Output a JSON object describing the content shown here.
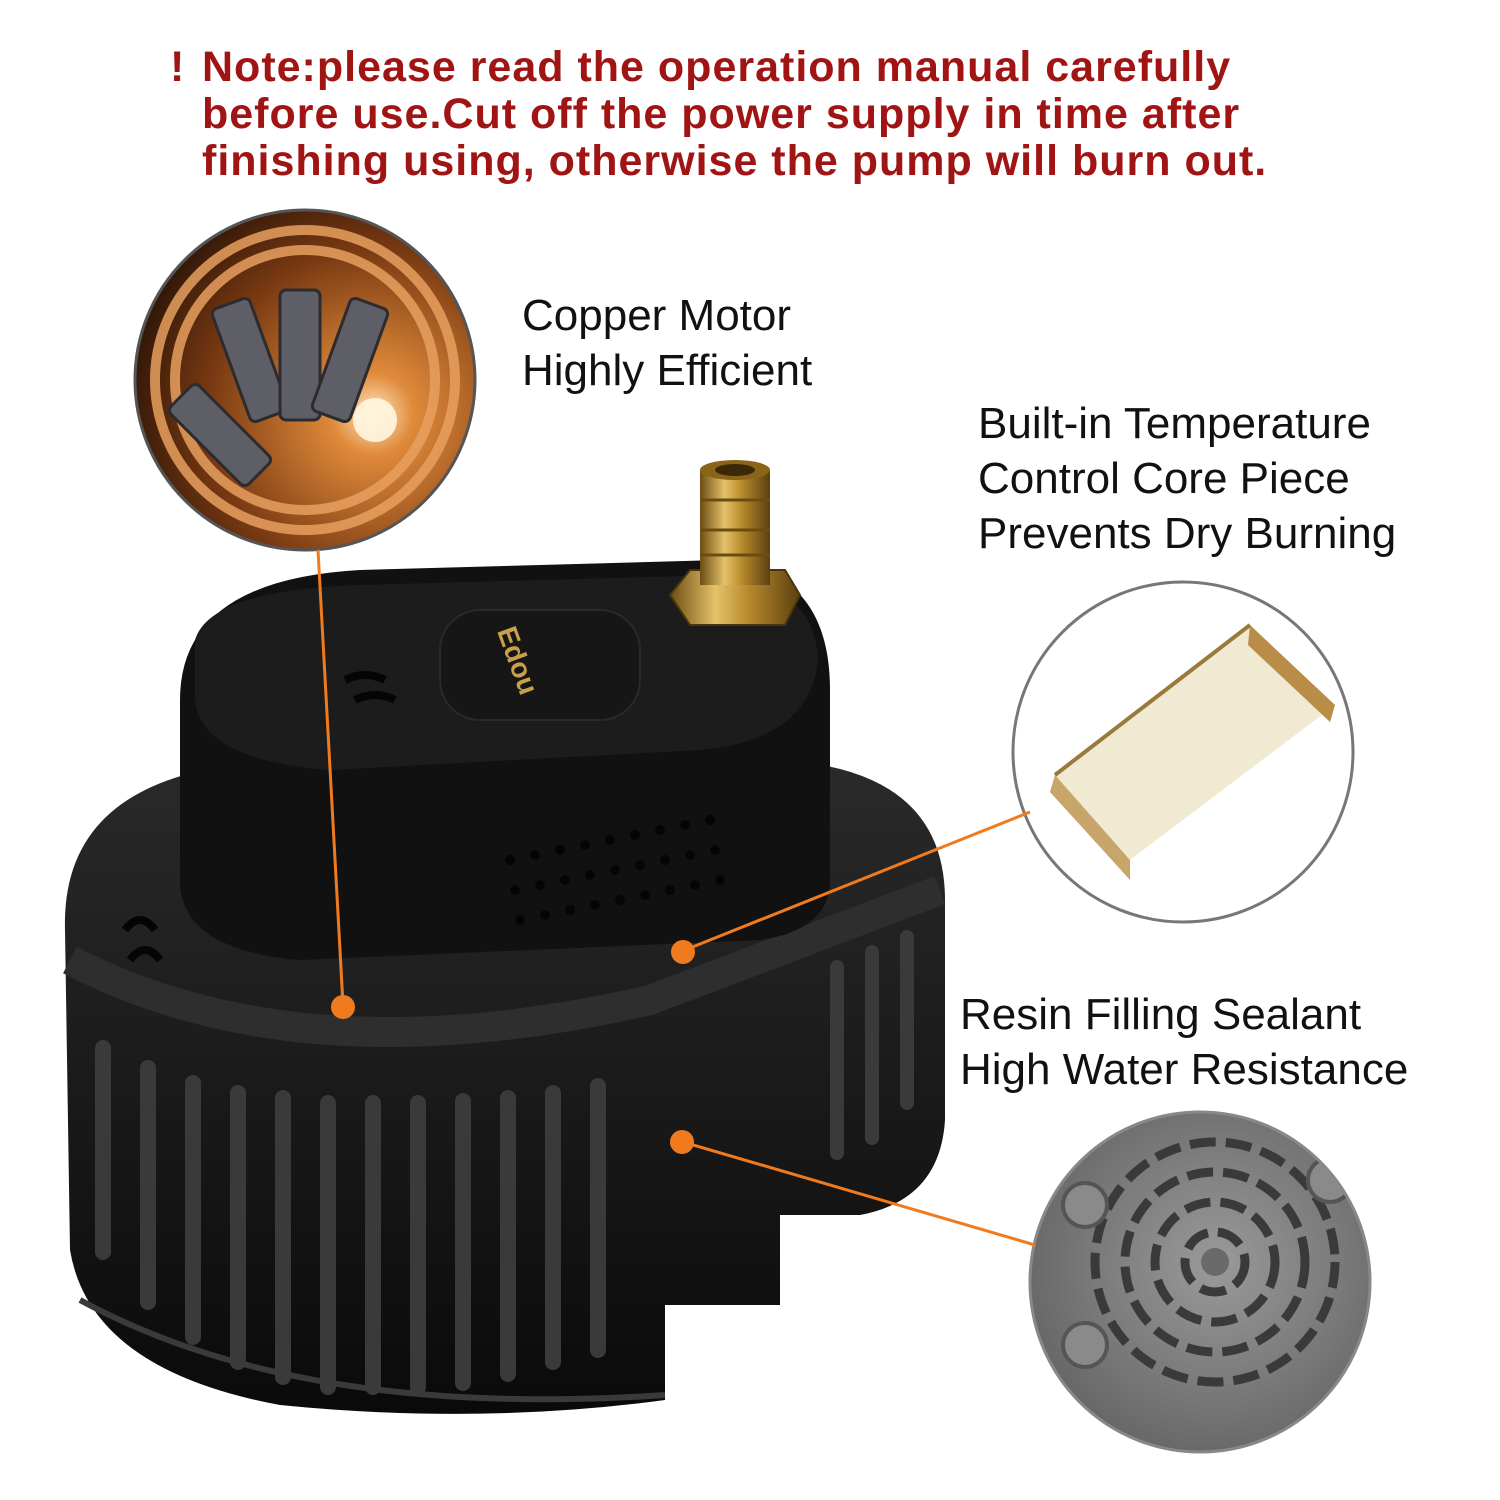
{
  "note": {
    "icon": "exclamation-icon",
    "mark": "!",
    "lines": [
      "Note:please read the operation manual carefully",
      "before use.Cut off the power supply in time after",
      "finishing using, otherwise the pump will burn out."
    ],
    "color": "#a01414"
  },
  "features": {
    "copper_motor": {
      "line1": "Copper Motor",
      "line2": "Highly Efficient"
    },
    "temperature": {
      "line1": "Built-in Temperature",
      "line2": "Control Core Piece",
      "line3": "Prevents Dry Burning"
    },
    "resin": {
      "line1": "Resin Filling Sealant",
      "line2": "High Water Resistance"
    }
  },
  "product": {
    "brand": "Edou"
  },
  "colors": {
    "accent": "#f07b1e",
    "pump_body": "#151515",
    "brass": "#c99a3c",
    "copper": "#c8692a"
  }
}
